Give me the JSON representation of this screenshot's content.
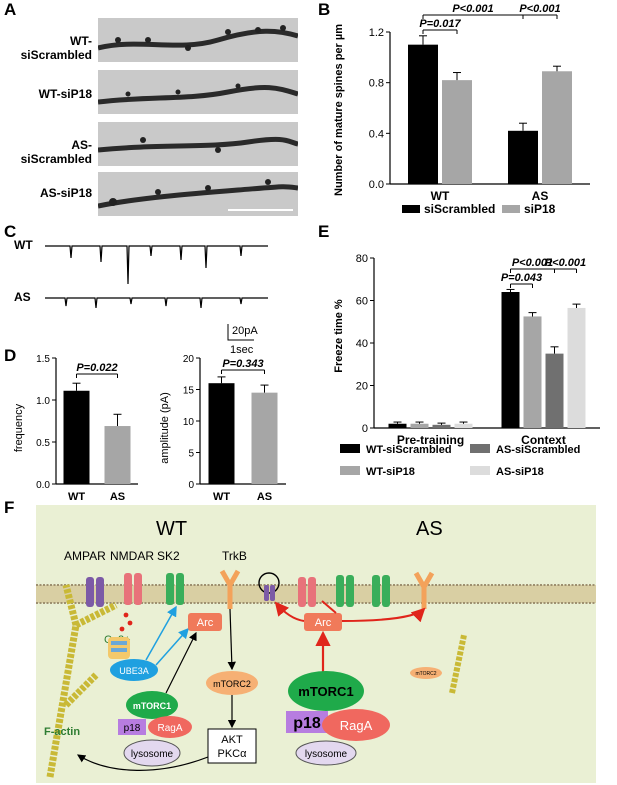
{
  "panels": {
    "A": "A",
    "B": "B",
    "C": "C",
    "D": "D",
    "E": "E",
    "F": "F"
  },
  "panel_a": {
    "rows": [
      "WT-siScrambled",
      "WT-siP18",
      "AS-siScrambled",
      "AS-siP18"
    ]
  },
  "panel_c": {
    "traces": [
      "WT",
      "AS"
    ],
    "scale_y": "20pA",
    "scale_x": "1sec"
  },
  "chart_data": [
    {
      "id": "B",
      "type": "bar",
      "ylabel": "Number of mature spines per µm",
      "ylim": [
        0,
        1.2
      ],
      "yticks": [
        "0.0",
        "0.4",
        "0.8",
        "1.2"
      ],
      "categories": [
        "WT",
        "AS"
      ],
      "series": [
        {
          "name": "siScrambled",
          "color": "#000000",
          "values": [
            1.1,
            0.42
          ],
          "errors": [
            0.07,
            0.06
          ]
        },
        {
          "name": "siP18",
          "color": "#a6a6a6",
          "values": [
            0.82,
            0.89
          ],
          "errors": [
            0.06,
            0.04
          ]
        }
      ],
      "annotations": [
        "P=0.017",
        "P<0.001",
        "P<0.001"
      ]
    },
    {
      "id": "D1",
      "type": "bar",
      "ylabel": "frequency",
      "ylim": [
        0,
        1.5
      ],
      "yticks": [
        "0.0",
        "0.5",
        "1.0",
        "1.5"
      ],
      "categories": [
        "WT",
        "AS"
      ],
      "values": [
        1.11,
        0.69
      ],
      "errors": [
        0.09,
        0.14
      ],
      "colors": [
        "#000000",
        "#a6a6a6"
      ],
      "annotations": [
        "P=0.022"
      ]
    },
    {
      "id": "D2",
      "type": "bar",
      "ylabel": "amplitude (pA)",
      "ylim": [
        0,
        20
      ],
      "yticks": [
        "0",
        "5",
        "10",
        "15",
        "20"
      ],
      "categories": [
        "WT",
        "AS"
      ],
      "values": [
        16.0,
        14.5
      ],
      "errors": [
        1.0,
        1.2
      ],
      "colors": [
        "#000000",
        "#a6a6a6"
      ],
      "annotations": [
        "P=0.343"
      ]
    },
    {
      "id": "E",
      "type": "bar",
      "ylabel": "Freeze time %",
      "ylim": [
        0,
        80
      ],
      "yticks": [
        "0",
        "20",
        "40",
        "60",
        "80"
      ],
      "categories": [
        "Pre-training",
        "Context"
      ],
      "series": [
        {
          "name": "WT-siScrambled",
          "color": "#000000",
          "values": [
            2,
            64
          ],
          "errors": [
            0.8,
            1.2
          ]
        },
        {
          "name": "WT-siP18",
          "color": "#a6a6a6",
          "values": [
            2,
            52.5
          ],
          "errors": [
            0.8,
            1.8
          ]
        },
        {
          "name": "AS-siScrambled",
          "color": "#707070",
          "values": [
            1.5,
            35
          ],
          "errors": [
            0.8,
            3.2
          ]
        },
        {
          "name": "AS-siP18",
          "color": "#dcdcdc",
          "values": [
            2,
            56.5
          ],
          "errors": [
            0.8,
            1.8
          ]
        }
      ],
      "annotations": [
        "P=0.043",
        "P<0.001",
        "P<0.001"
      ]
    }
  ],
  "diagram": {
    "wt_title": "WT",
    "as_title": "AS",
    "receptors": [
      "AMPAR",
      "NMDAR",
      "SK2",
      "TrkB"
    ],
    "ca": "Ca2+",
    "nodes": {
      "arc": "Arc",
      "ube3a": "UBE3A",
      "mtorc1": "mTORC1",
      "mtorc2": "mTORC2",
      "p18": "p18",
      "raga": "RagA",
      "lysosome": "lysosome",
      "akt": "AKT",
      "pkc": "PKCα",
      "factin": "F-actin"
    },
    "as_nodes": {
      "arc": "Arc",
      "mtorc1": "mTORC1",
      "p18": "p18",
      "raga": "RagA",
      "lysosome": "lysosome",
      "mtorc2": "mTORC2"
    }
  }
}
